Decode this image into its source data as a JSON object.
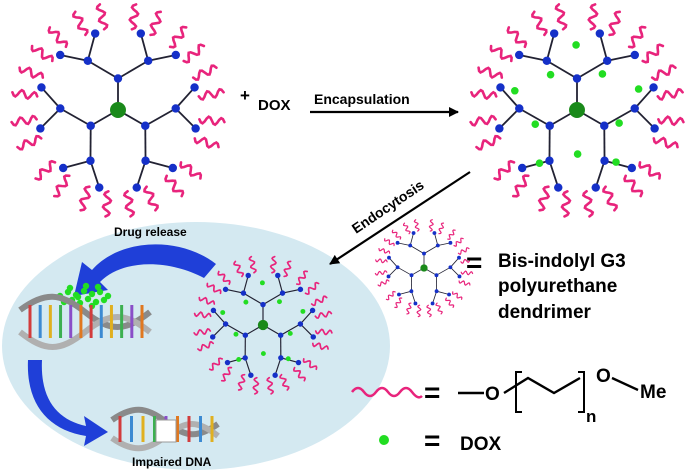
{
  "labels": {
    "plus": "+",
    "dox_reactant": "DOX",
    "encapsulation": "Encapsulation",
    "endocytosis": "Endocytosis",
    "drug_release": "Drug release",
    "impaired_dna": "Impaired DNA"
  },
  "legend": {
    "equals": "=",
    "dendrimer_line1": "Bis-indolyl G3",
    "dendrimer_line2": "polyurethane",
    "dendrimer_line3": "dendrimer",
    "peg_O1": "O",
    "peg_O2": "O",
    "peg_n": "n",
    "peg_me": "Me",
    "dox": "DOX"
  },
  "colors": {
    "peg_chain": "#e8247c",
    "branch_node": "#1530c8",
    "core_node": "#1a8a1a",
    "dox": "#22dd22",
    "arrow_blue": "#1f3fd8",
    "cell_fill": "#d4e9f1"
  }
}
